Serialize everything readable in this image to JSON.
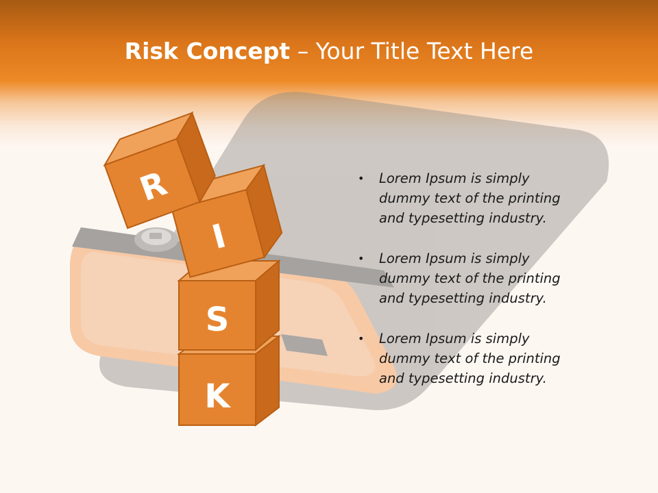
{
  "title": {
    "bold": "Risk Concept",
    "rest": " – Your Title Text Here"
  },
  "blocks": [
    {
      "letter": "R"
    },
    {
      "letter": "I"
    },
    {
      "letter": "S"
    },
    {
      "letter": "K"
    }
  ],
  "bullets": [
    {
      "text": "Lorem Ipsum is simply dummy text of the printing and typesetting industry."
    },
    {
      "text": "Lorem Ipsum is simply dummy text of the printing and typesetting industry."
    },
    {
      "text": "Lorem Ipsum is simply dummy text of the printing and typesetting industry."
    }
  ],
  "colors": {
    "accent": "#e8872c",
    "block_front": "#e58430",
    "block_top": "#f1a25a",
    "block_side": "#c9691b",
    "block_stroke": "#b85f14",
    "text": "#1a1a1a"
  }
}
